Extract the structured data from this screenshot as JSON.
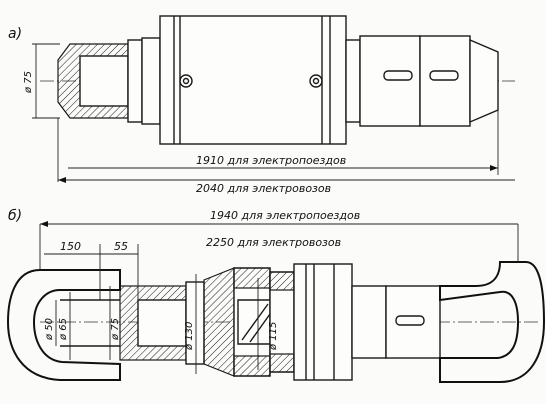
{
  "view_a": {
    "label": "а)",
    "dia_75": "ø 75",
    "dim_1910": "1910 для электропоездов",
    "dim_2040": "2040 для электровозов"
  },
  "view_b": {
    "label": "б)",
    "dim_1940": "1940 для электропоездов",
    "dim_2250": "2250 для электровозов",
    "dim_150": "150",
    "dim_55": "55",
    "dia_50": "ø 50",
    "dia_65": "ø 65",
    "dia_75": "ø 75",
    "dia_130": "ø 130",
    "dia_115": "ø 115"
  }
}
